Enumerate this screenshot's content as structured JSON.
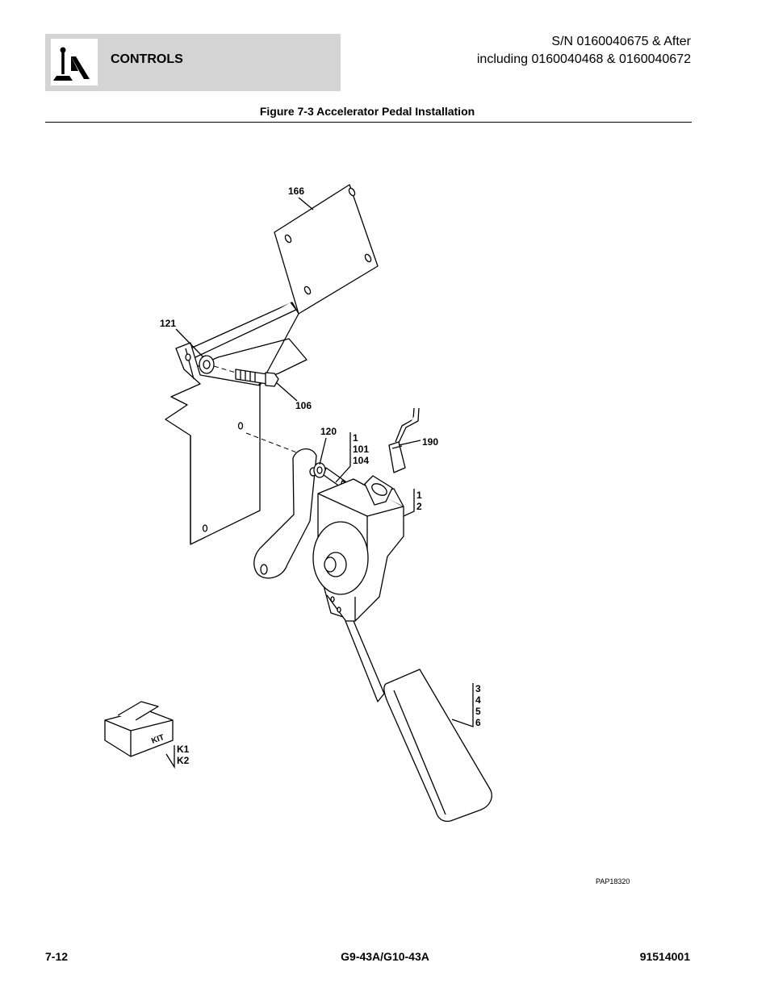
{
  "header": {
    "section": "CONTROLS",
    "serial_line1": "S/N 0160040675 & After",
    "serial_line2": "including 0160040468 & 0160040672"
  },
  "figure": {
    "caption": "Figure 7-3 Accelerator Pedal Installation",
    "drawing_code": "PAP18320",
    "kit_text": "KIT",
    "callouts": {
      "c166": "166",
      "c121": "121",
      "c106": "106",
      "c120": "120",
      "c1_101_104": [
        "1",
        "101",
        "104"
      ],
      "c190": "190",
      "c1_2": [
        "1",
        "2"
      ],
      "c3_6": [
        "3",
        "4",
        "5",
        "6"
      ],
      "ck": [
        "K1",
        "K2"
      ]
    }
  },
  "footer": {
    "page": "7-12",
    "model": "G9-43A/G10-43A",
    "doc_number": "91514001"
  },
  "icons": {
    "logo": "joystick-controls-icon"
  }
}
